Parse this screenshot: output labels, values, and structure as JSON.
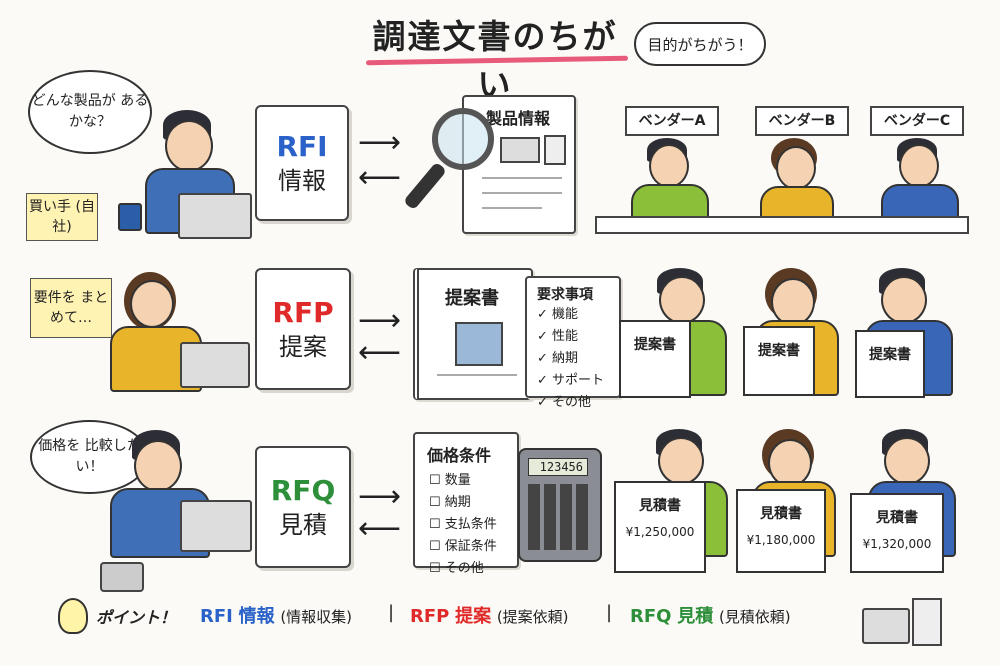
{
  "title": "調達文書のちがい",
  "subtitle": "目的がちがう！",
  "rows": [
    {
      "bubble": "どんな製品が あるかな？",
      "note": "買い手 (自社)",
      "doc_code": "RFI",
      "doc_label": "情報",
      "color": "#2a62c9",
      "paper_title": "製品情報",
      "vendors": [
        "ベンダーA",
        "ベンダーB",
        "ベンダーC"
      ]
    },
    {
      "note": "要件を まとめて…",
      "doc_code": "RFP",
      "doc_label": "提案",
      "color": "#e02a2a",
      "notebook_title": "提案書",
      "checklist_title": "要求事項",
      "checklist": [
        "機能",
        "性能",
        "納期",
        "サポート",
        "その他"
      ],
      "placard": "提案書"
    },
    {
      "bubble": "価格を 比較したい！",
      "doc_code": "RFQ",
      "doc_label": "見積",
      "color": "#2e8f3a",
      "conditions_title": "価格条件",
      "conditions": [
        "数量",
        "納期",
        "支払条件",
        "保証条件",
        "その他"
      ],
      "calculator_display": "123456",
      "quotes": [
        {
          "label": "見積書",
          "price": "¥1,250,000"
        },
        {
          "label": "見積書",
          "price": "¥1,180,000"
        },
        {
          "label": "見積書",
          "price": "¥1,320,000"
        }
      ]
    }
  ],
  "footer": {
    "point": "ポイント！",
    "items": [
      {
        "code": "RFI",
        "label": "情報",
        "paren": "(情報収集)",
        "color": "#2a62c9"
      },
      {
        "code": "RFP",
        "label": "提案",
        "paren": "(提案依頼)",
        "color": "#e02a2a"
      },
      {
        "code": "RFQ",
        "label": "見積",
        "paren": "(見積依頼)",
        "color": "#2e8f3a"
      }
    ],
    "separator": "|"
  }
}
